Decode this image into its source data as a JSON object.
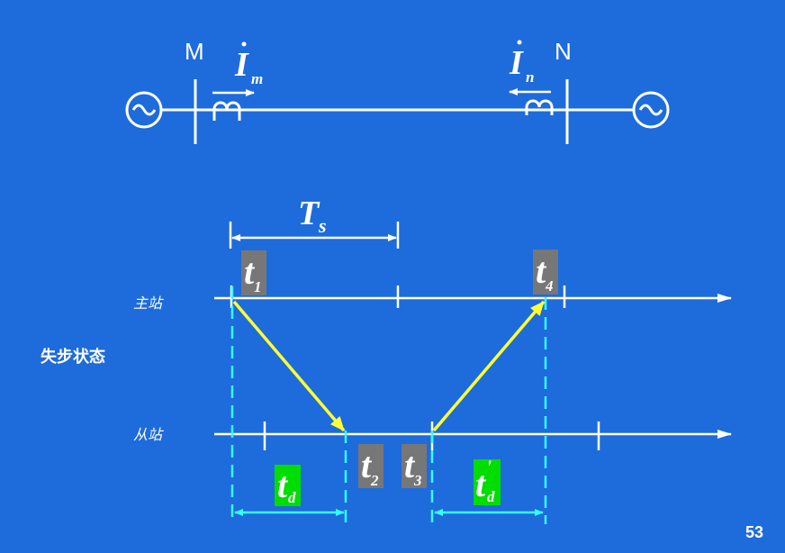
{
  "top": {
    "bus_m_label": "M",
    "bus_n_label": "N",
    "current_m": {
      "symbol": "I",
      "sub": "m"
    },
    "current_n": {
      "symbol": "I",
      "sub": "n"
    }
  },
  "timing": {
    "period": {
      "symbol": "T",
      "sub": "s"
    },
    "master_label": "主站",
    "slave_label": "从站",
    "state_label": "失步状态",
    "t1": {
      "symbol": "t",
      "sub": "1"
    },
    "t2": {
      "symbol": "t",
      "sub": "2"
    },
    "t3": {
      "symbol": "t",
      "sub": "3"
    },
    "t4": {
      "symbol": "t",
      "sub": "4"
    },
    "td": {
      "symbol": "t",
      "sub": "d"
    },
    "td_prime": {
      "symbol": "t",
      "sup": "'",
      "sub": "d"
    }
  },
  "page_number": "53",
  "colors": {
    "background": "#1e6bdc",
    "line": "#ffffff",
    "signal_arrow": "#ffff33",
    "marker": "#33ffff",
    "delay_box": "#00dd00",
    "time_box": "#777777"
  }
}
